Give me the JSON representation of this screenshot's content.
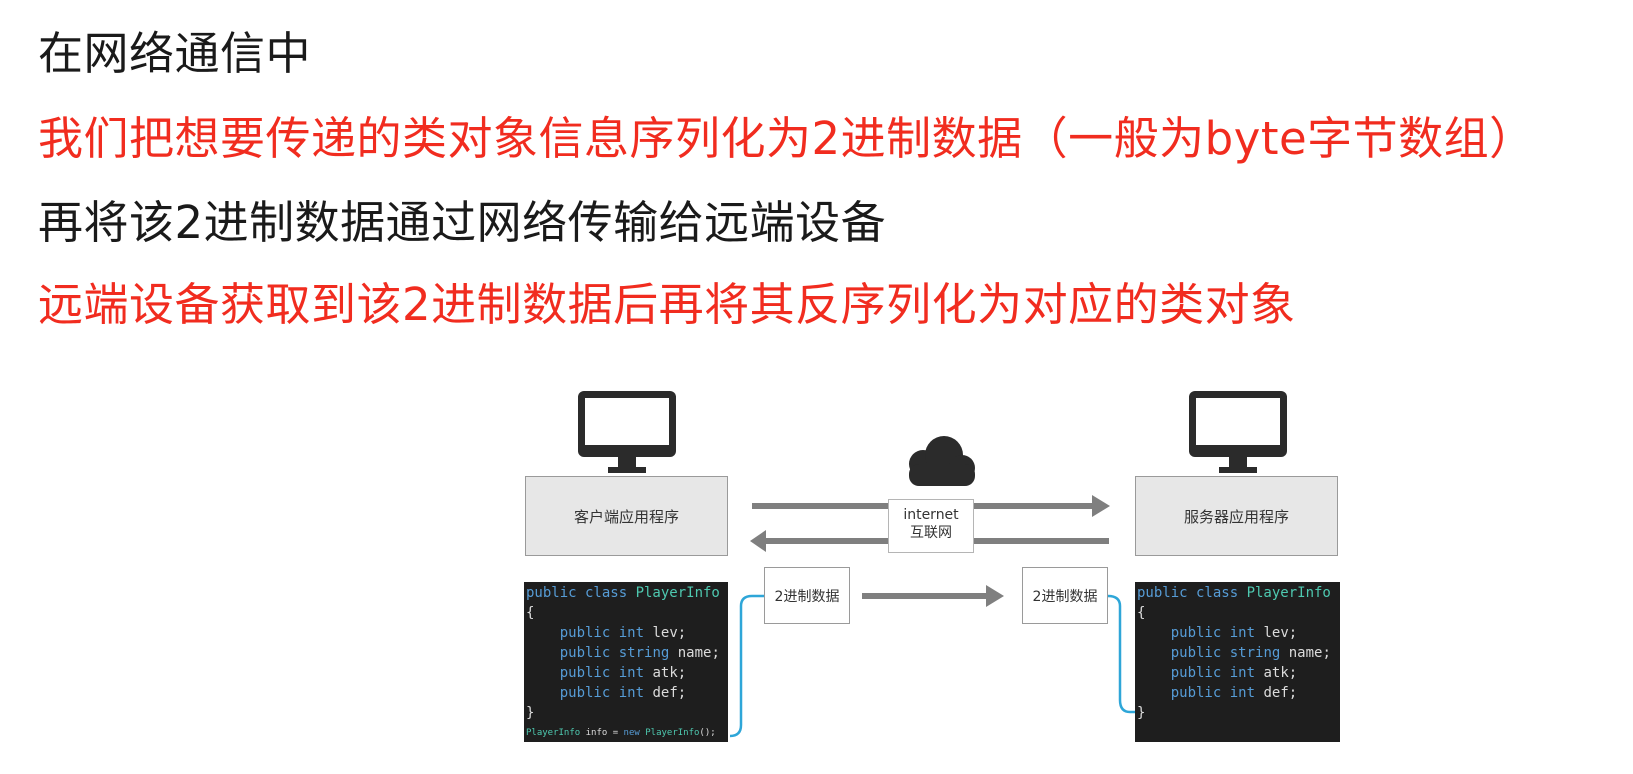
{
  "heading": {
    "line1": "在网络通信中",
    "line2": "我们把想要传递的类对象信息序列化为2进制数据（一般为byte字节数组）",
    "line3": "再将该2进制数据通过网络传输给远端设备",
    "line4": "远端设备获取到该2进制数据后再将其反序列化为对应的类对象"
  },
  "colors": {
    "accent_red": "#f12c1f",
    "text_black": "#1a1a1a",
    "box_fill": "#e7e7e7",
    "arrow_gray": "#7f7f7f",
    "connector_blue": "#2ea6d8",
    "code_bg": "#1e1e1e"
  },
  "diagram": {
    "client_label": "客户端应用程序",
    "server_label": "服务器应用程序",
    "internet_en": "internet",
    "internet_zh": "互联网",
    "binary_left": "2进制数据",
    "binary_right": "2进制数据",
    "icons": {
      "client": "monitor-icon",
      "server": "monitor-icon",
      "network": "cloud-icon"
    },
    "code": {
      "line1_kw": "public class ",
      "line1_type": "PlayerInfo",
      "line2": "{",
      "fields": [
        {
          "type": "int",
          "name": " lev;"
        },
        {
          "type": "string",
          "name": " name;"
        },
        {
          "type": "int",
          "name": " atk;"
        },
        {
          "type": "int",
          "name": " def;"
        }
      ],
      "field_kw": "public ",
      "close": "}",
      "instance_type": "PlayerInfo",
      "instance_rest": " info = ",
      "instance_new": "new ",
      "instance_ctor": "PlayerInfo",
      "instance_end": "();"
    }
  }
}
